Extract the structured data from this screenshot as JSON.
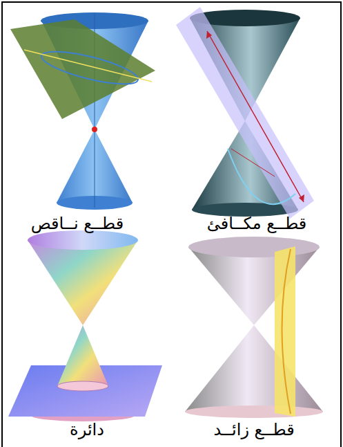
{
  "diagram": {
    "labels": [
      "قطــع مكــافئ",
      "قطــع نــاقص",
      "قطــع زائــد",
      "دائرة"
    ]
  }
}
